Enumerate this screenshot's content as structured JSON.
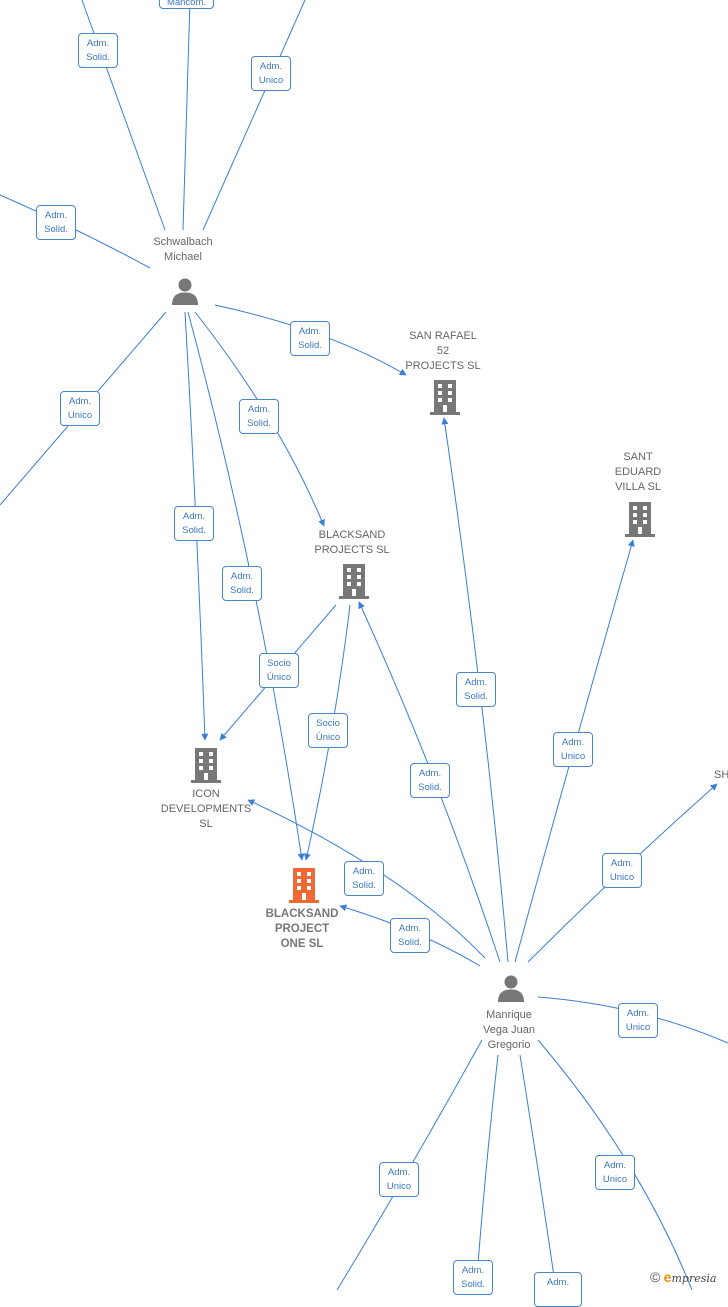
{
  "colors": {
    "edge": "#3a7fd5",
    "person_icon": "#777777",
    "company_icon": "#777777",
    "focus_icon": "#f06a35"
  },
  "nodes": {
    "schwalbach": {
      "label": "Schwalbach\nMichael",
      "icon": "person-icon"
    },
    "manrique": {
      "label": "Manrique\nVega Juan\nGregorio",
      "icon": "person-icon"
    },
    "san_rafael": {
      "label": "SAN RAFAEL\n52\nPROJECTS  SL",
      "icon": "building-icon"
    },
    "sant_eduard": {
      "label": "SANT\nEDUARD\nVILLA  SL",
      "icon": "building-icon"
    },
    "blacksand_projects": {
      "label": "BLACKSAND\nPROJECTS  SL",
      "icon": "building-icon"
    },
    "icon_developments": {
      "label": "ICON\nDEVELOPMENTS\nSL",
      "icon": "building-icon"
    },
    "blacksand_project_one": {
      "label": "BLACKSAND\nPROJECT\nONE  SL",
      "icon": "building-icon"
    },
    "sh_partial": {
      "label": "SH"
    }
  },
  "edge_labels": [
    {
      "id": "e-top-mancom",
      "text": "Mancom."
    },
    {
      "id": "e-top-solid",
      "text": "Adm.\nSolid."
    },
    {
      "id": "e-top-unico",
      "text": "Adm.\nUnico"
    },
    {
      "id": "e-left-solid",
      "text": "Adm.\nSolid."
    },
    {
      "id": "e-left-unico",
      "text": "Adm.\nUnico"
    },
    {
      "id": "e-sch-sanrafael",
      "text": "Adm.\nSolid."
    },
    {
      "id": "e-sch-bsprojects",
      "text": "Adm.\nSolid."
    },
    {
      "id": "e-sch-icon",
      "text": "Adm.\nSolid."
    },
    {
      "id": "e-sch-bsone",
      "text": "Adm.\nSolid."
    },
    {
      "id": "e-bsp-icon",
      "text": "Socio\nÚnico"
    },
    {
      "id": "e-bsp-bsone",
      "text": "Socio\nÚnico"
    },
    {
      "id": "e-man-sanrafael",
      "text": "Adm.\nSolid."
    },
    {
      "id": "e-man-santeduard",
      "text": "Adm.\nUnico"
    },
    {
      "id": "e-man-bsprojects",
      "text": "Adm.\nSolid."
    },
    {
      "id": "e-man-icon",
      "text": "Adm.\nSolid."
    },
    {
      "id": "e-man-bsone",
      "text": "Adm.\nSolid."
    },
    {
      "id": "e-man-sh",
      "text": "Adm.\nUnico"
    },
    {
      "id": "e-man-right",
      "text": "Adm.\nUnico"
    },
    {
      "id": "e-man-bl",
      "text": "Adm.\nUnico"
    },
    {
      "id": "e-man-b1",
      "text": "Adm.\nSolid."
    },
    {
      "id": "e-man-b2",
      "text": "Adm."
    },
    {
      "id": "e-man-br",
      "text": "Adm.\nUnico"
    }
  ],
  "footer": {
    "copyright": "©",
    "brand_first": "e",
    "brand_rest": "mpresia"
  }
}
